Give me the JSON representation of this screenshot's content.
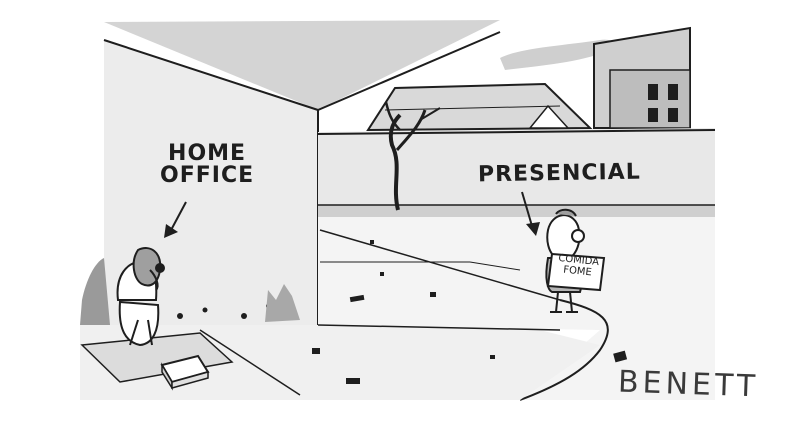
{
  "cartoon": {
    "label_left_line1": "HOME",
    "label_left_line2": "OFFICE",
    "label_right": "PRESENCIAL",
    "sign_line1": "COMIDA",
    "sign_line2": "FOME",
    "signature": "BENETT"
  },
  "colors": {
    "ink": "#1e1e1e",
    "wash_light": "#e6e6e6",
    "wash_mid": "#cfcfcf",
    "wash_dark": "#9a9a9a",
    "paper": "#ffffff"
  }
}
